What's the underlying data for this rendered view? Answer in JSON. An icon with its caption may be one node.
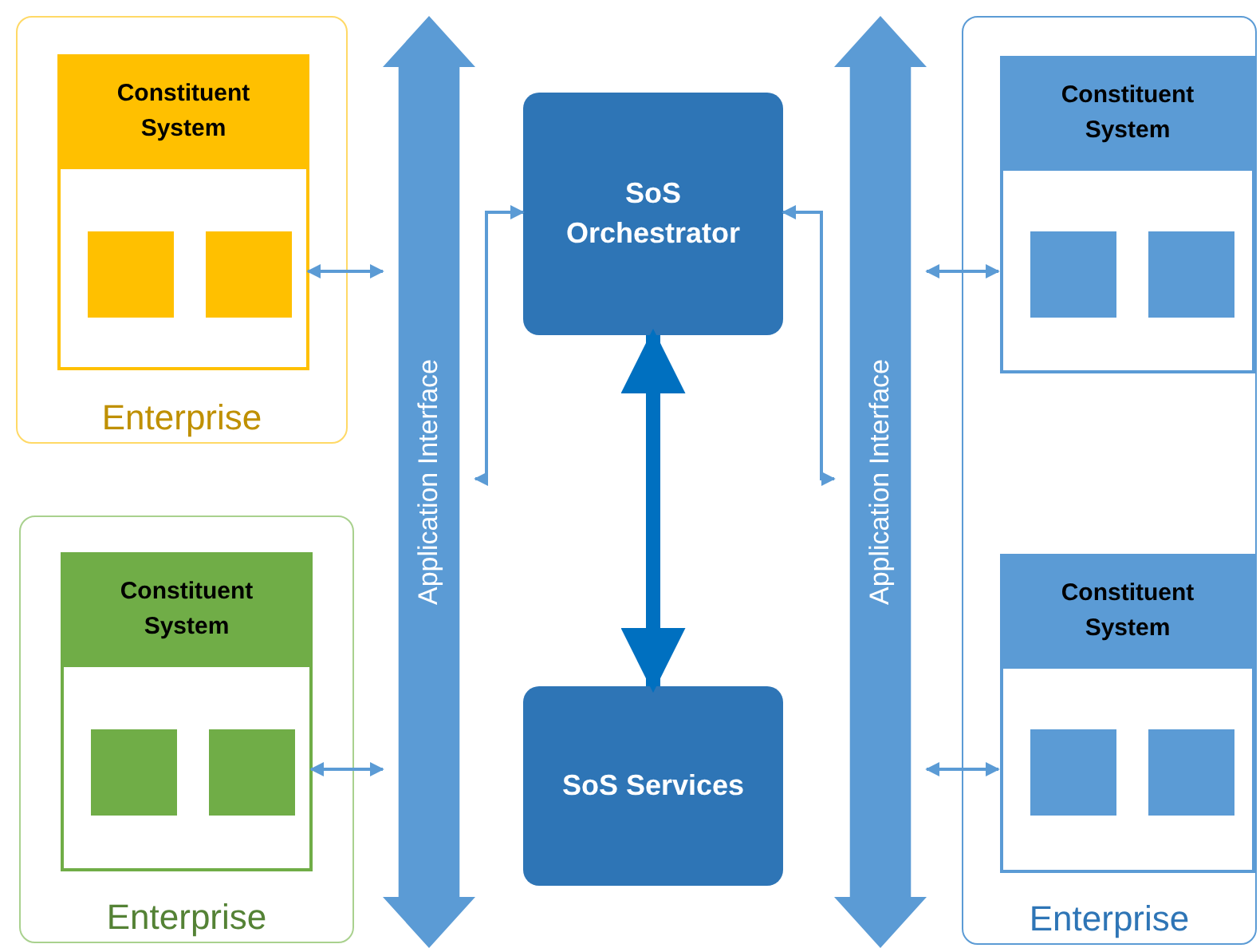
{
  "diagram": {
    "nodes": [
      {
        "text": [
          "Enterprise"
        ]
      },
      {
        "text": [
          "Constituent System"
        ],
        "in": 0
      },
      {
        "text": [],
        "shape": "box",
        "in": 1
      },
      {
        "text": [],
        "shape": "box",
        "in": 1
      },
      {
        "text": [
          "Enterprise"
        ]
      },
      {
        "text": [
          "Constituent System"
        ],
        "in": 4
      },
      {
        "text": [],
        "shape": "box",
        "in": 5
      },
      {
        "text": [],
        "shape": "box",
        "in": 5
      },
      {
        "text": [
          "Application Interface"
        ]
      },
      {
        "text": [
          "SoS Orchestrator"
        ]
      },
      {
        "text": [
          "SoS Services"
        ]
      },
      {
        "text": [
          "Application Interface"
        ]
      },
      {
        "text": [
          "Enterprise"
        ]
      },
      {
        "text": [
          "Constituent System"
        ],
        "in": 12
      },
      {
        "text": [],
        "shape": "box",
        "in": 13
      },
      {
        "text": [],
        "shape": "box",
        "in": 13
      },
      {
        "text": [
          "Constituent System"
        ],
        "in": 12
      },
      {
        "text": [],
        "shape": "box",
        "in": 16
      },
      {
        "text": [],
        "shape": "box",
        "in": 16
      }
    ],
    "edges": [
      {
        "from": 1,
        "to": 8,
        "arrow": "both"
      },
      {
        "from": 5,
        "to": 8,
        "arrow": "both"
      },
      {
        "from": 8,
        "to": 9,
        "arrow": "both"
      },
      {
        "from": 9,
        "to": 10,
        "arrow": "both",
        "style": "thick",
        "color": "#0070c0"
      },
      {
        "from": 9,
        "to": 11,
        "arrow": "both"
      },
      {
        "from": 11,
        "to": 13,
        "arrow": "both"
      },
      {
        "from": 11,
        "to": 16,
        "arrow": "both"
      }
    ]
  }
}
